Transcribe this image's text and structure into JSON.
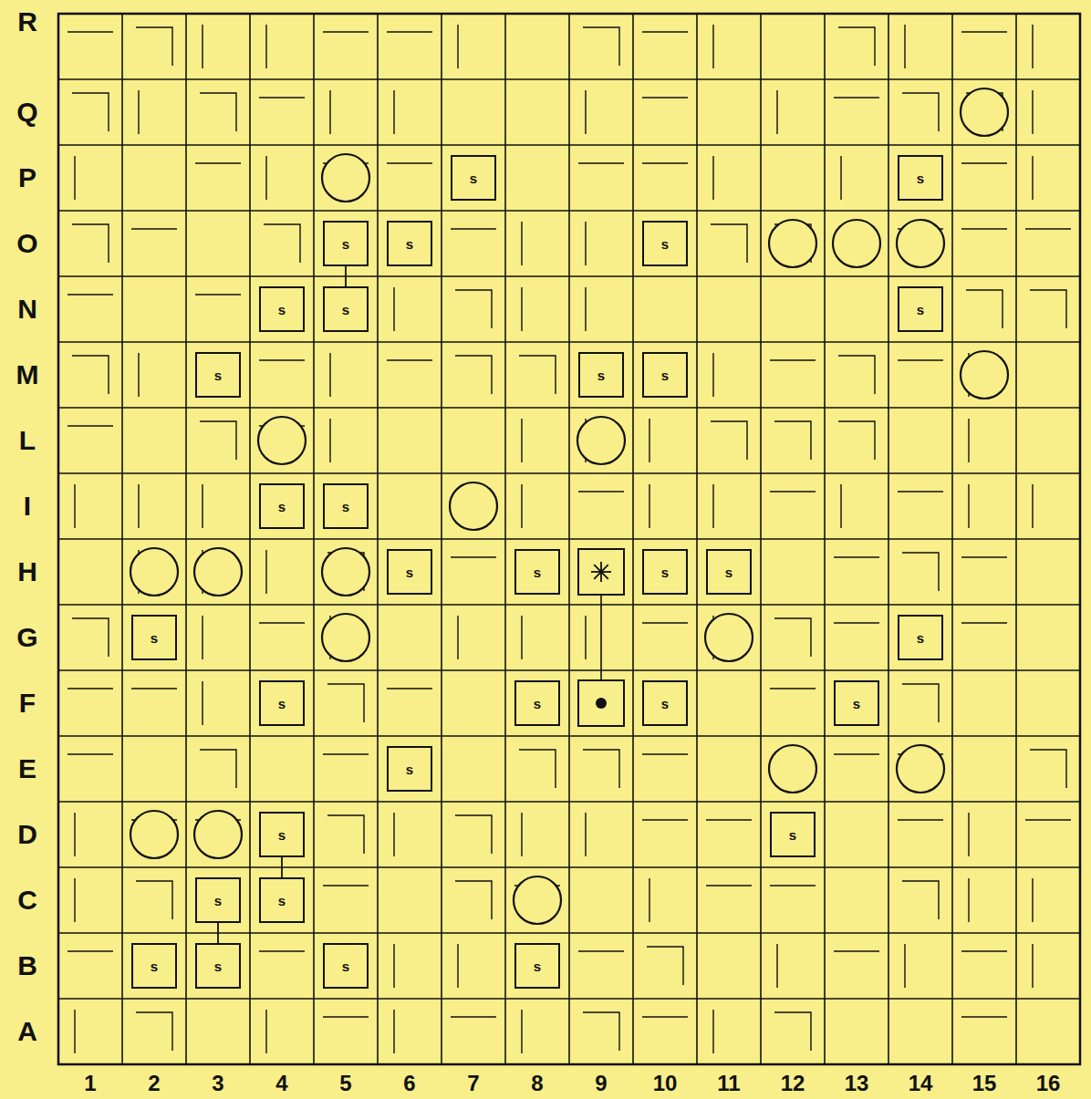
{
  "diagram": {
    "nodes": [
      {
        "text": [
          "s"
        ]
      },
      {
        "text": [
          "s"
        ]
      },
      {
        "text": [
          "s"
        ]
      },
      {
        "text": [
          "s"
        ]
      },
      {
        "text": [
          "s"
        ]
      },
      {
        "text": [
          "s"
        ]
      },
      {
        "text": [
          "s"
        ]
      },
      {
        "text": [
          "s"
        ]
      },
      {
        "text": [
          "s"
        ]
      },
      {
        "text": [
          "s"
        ]
      },
      {
        "text": [
          "s"
        ]
      },
      {
        "text": [
          "s"
        ]
      },
      {
        "text": [
          "s"
        ]
      },
      {
        "text": [
          "s"
        ]
      },
      {
        "text": [
          "s"
        ]
      },
      {
        "text": [
          "s"
        ]
      },
      {
        "text": [
          "s"
        ]
      },
      {
        "text": [
          "s"
        ]
      },
      {
        "text": [
          "s"
        ]
      },
      {
        "text": [
          "s"
        ]
      },
      {
        "text": [
          "s"
        ]
      },
      {
        "text": [
          "s"
        ]
      },
      {
        "text": [
          "s"
        ]
      },
      {
        "text": [
          "s"
        ]
      },
      {
        "text": [
          "s"
        ]
      },
      {
        "text": [
          "s"
        ]
      },
      {
        "text": [
          "s"
        ]
      },
      {
        "text": [
          "s"
        ]
      },
      {
        "text": [
          "s"
        ]
      },
      {
        "text": [
          "s"
        ]
      },
      {
        "text": [
          "s"
        ]
      },
      {
        "text": [
          "s"
        ]
      }
    ],
    "edges": [
      {
        "from": 2,
        "to": 6,
        "arrow": "none"
      },
      {
        "from": 24,
        "to": 27,
        "arrow": "none"
      },
      {
        "from": 26,
        "to": 29,
        "arrow": "none"
      }
    ],
    "labels": [
      "R",
      "Q",
      "P",
      "O",
      "N",
      "M",
      "L",
      "I",
      "H",
      "G",
      "F",
      "E",
      "D",
      "C",
      "B",
      "A",
      "1",
      "2",
      "3",
      "4",
      "5",
      "6",
      "7",
      "8",
      "9",
      "10",
      "11",
      "12",
      "13",
      "14",
      "15",
      "16"
    ]
  }
}
